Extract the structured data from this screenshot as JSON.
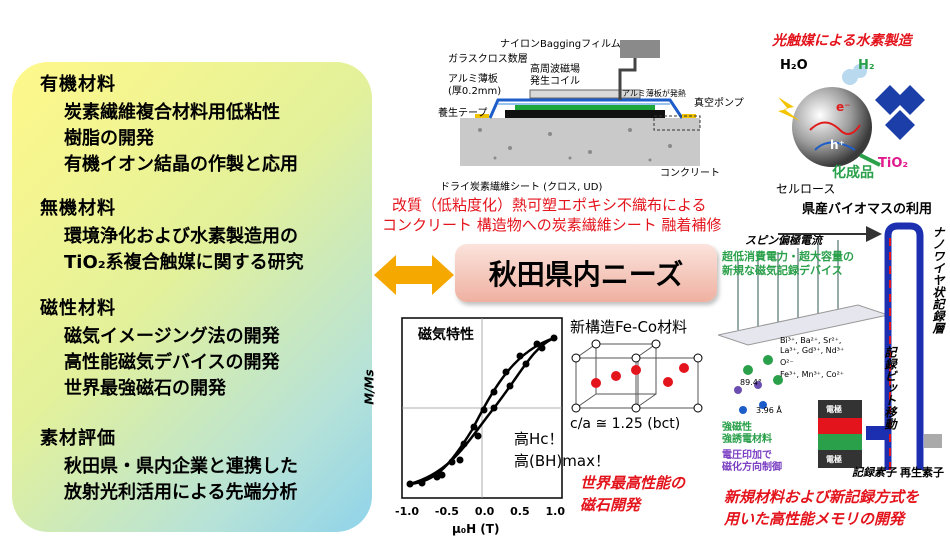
{
  "topics": [
    {
      "category": "有機材料",
      "items": [
        "炭素繊維複合材料用低粘性",
        "樹脂の開発",
        "有機イオン結晶の作製と応用"
      ]
    },
    {
      "category": "無機材料",
      "items": [
        "環境浄化および水素製造用の",
        "TiO₂系複合触媒に関する研究"
      ]
    },
    {
      "category": "磁性材料",
      "items": [
        "磁気イメージング法の開発",
        "高性能磁気デバイスの開発",
        "世界最強磁石の開発"
      ]
    },
    {
      "category": "素材評価",
      "items": [
        "秋田県・県内企業と連携した",
        "放射光利活用による先端分析"
      ]
    }
  ],
  "center_label": "秋田県内ニーズ",
  "repair": {
    "labels": [
      "ナイロンBaggingフィルム",
      "ガラスクロス数層",
      "高周波磁場",
      "発生コイル",
      "アルミ薄板",
      "(厚0.2mm)",
      "アルミ薄板が発熱",
      "真空ポンプ",
      "養生テープ",
      "コンクリート",
      "ドライ炭素繊維シート (クロス, UD)"
    ],
    "caption_line1": "改質（低粘度化）熱可塑エポキシ不織布による",
    "caption_line2": "コンクリート 構造物への炭素繊維シート 融着補修"
  },
  "photocatalyst": {
    "title": "光触媒による水素製造",
    "h2o": "H₂O",
    "h2": "H₂",
    "hplus": "h⁺",
    "eminus": "e⁻",
    "product": "化成品",
    "tio2": "TiO₂",
    "cellulose": "セルロース",
    "biomass": "県産バイオマスの利用"
  },
  "magnet": {
    "panel_label": "磁気特性",
    "ylabel": "M/Ms",
    "xlabel": "μ₀H (T)",
    "xticks": [
      "-1.0",
      "-0.5",
      "0.0",
      "0.5",
      "1.0"
    ],
    "annot1": "高Hc！",
    "annot2": "高(BH)max！",
    "structure_title": "新構造Fe-Co材料",
    "ratio": "c/a ≅ 1.25 (bct)",
    "caption_line1": "世界最高性能の",
    "caption_line2": "磁石開発"
  },
  "memory": {
    "spin_current": "スピン偏極電流",
    "subtitle1": "超低消費電力・超大容量の",
    "subtitle2": "新規な磁気記録デバイス",
    "nanowire": "ナノワイヤ状記録層",
    "bit_move": "記録ビット移動",
    "strong": "強磁性",
    "ferroelectric": "強誘電材料",
    "voltage1": "電圧印加で",
    "voltage2": "磁化方向制御",
    "electrode": "電極",
    "write": "記録素子",
    "read": "再生素子",
    "lattice1": "Bi³⁺, Ba²⁺, Sr²⁺,",
    "lattice2": "La³⁺, Gd³⁺, Nd³⁺",
    "lattice3": "O²⁻",
    "lattice4": "Fe³⁺, Mn³⁺, Co²⁺",
    "dim1": "89.4°",
    "dim2": "3.96 Å",
    "caption_line1": "新規材料および新記録方式を",
    "caption_line2": "用いた高性能メモリの開発"
  }
}
